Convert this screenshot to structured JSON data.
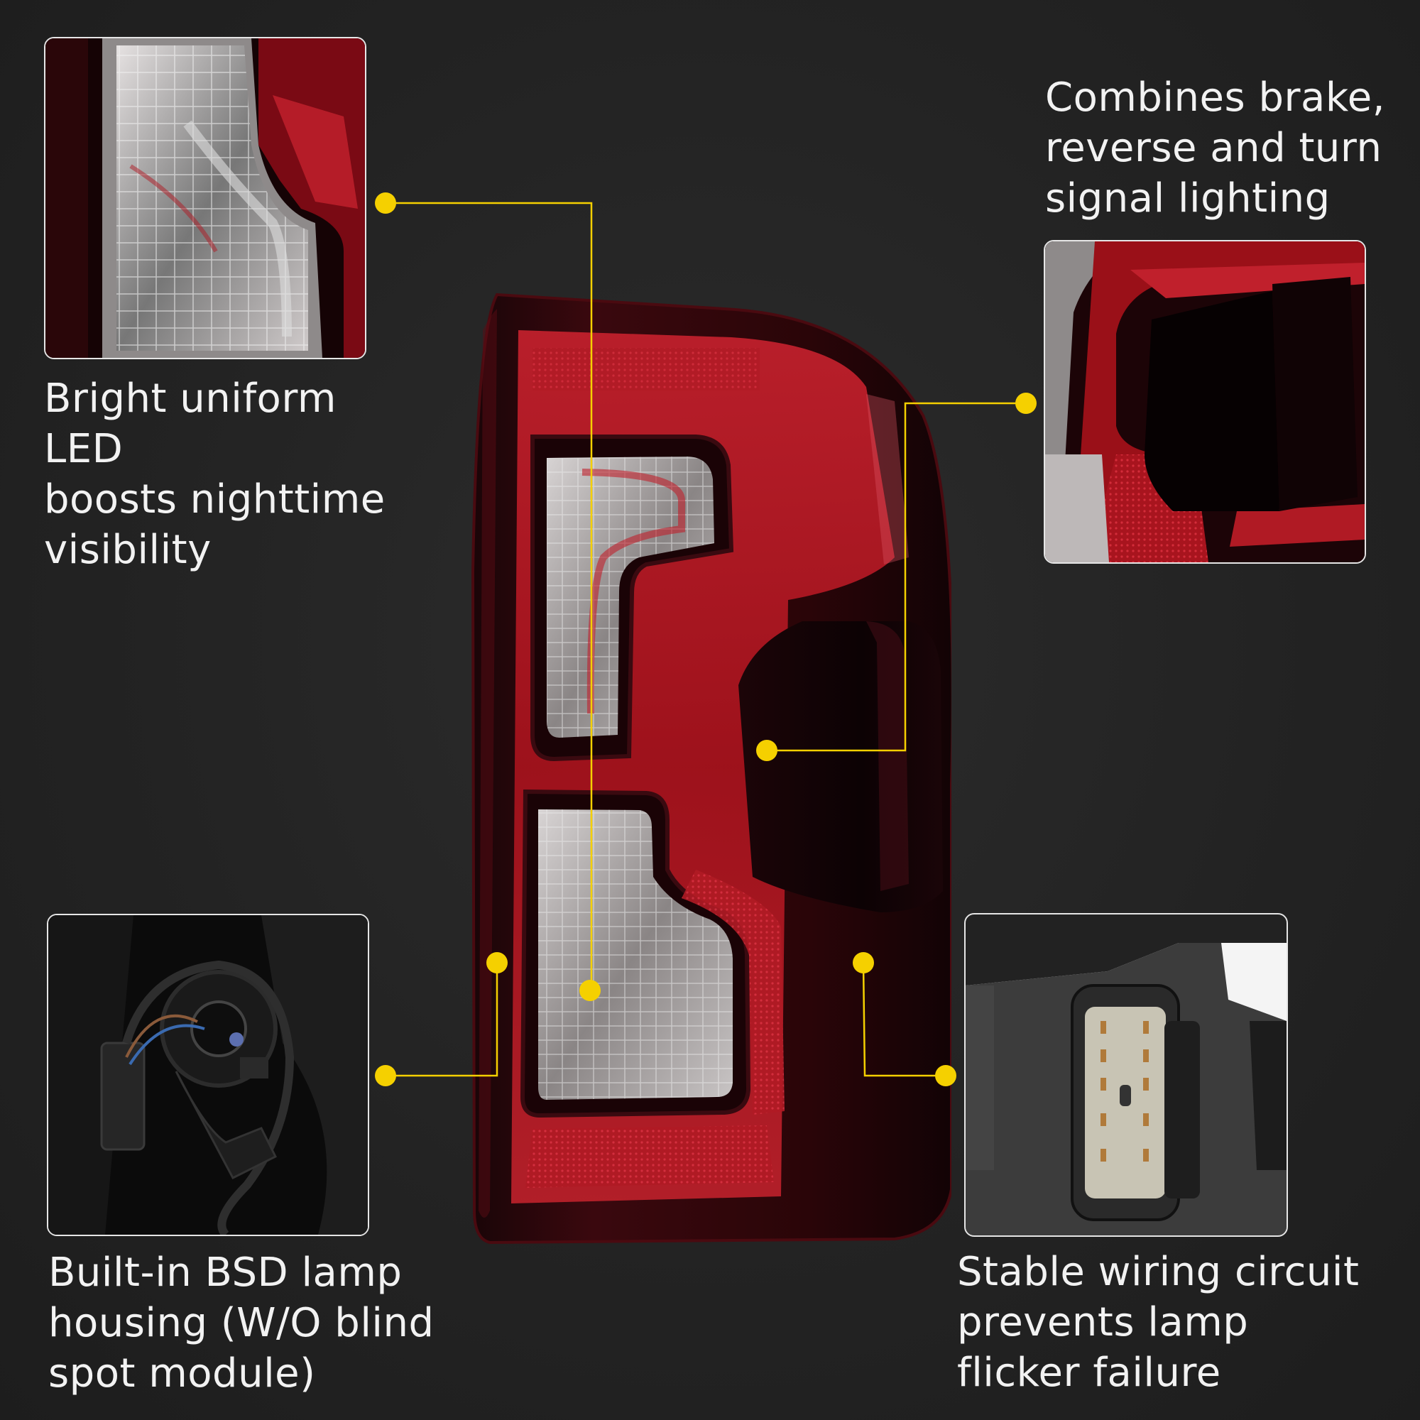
{
  "captions": {
    "top_left": "Bright uniform LED\nboosts nighttime\nvisibility",
    "top_right": "Combines brake,\nreverse and turn\nsignal lighting",
    "bottom_left": "Built-in BSD lamp\nhousing (W/O blind\nspot module)",
    "bottom_right": "Stable wiring circuit\nprevents lamp\nflicker failure"
  },
  "colors": {
    "background": "#232323",
    "accent": "#f5d000",
    "lens_red": "#a3121c",
    "text": "#f2f2f2"
  },
  "insets": [
    {
      "name": "led-closeup",
      "subject": "clear LED reflector closeup"
    },
    {
      "name": "red-lens-closeup",
      "subject": "red tinted lens corner"
    },
    {
      "name": "bsd-housing-closeup",
      "subject": "rear housing with bulb socket and wiring"
    },
    {
      "name": "connector-closeup",
      "subject": "wiring harness connector"
    }
  ]
}
